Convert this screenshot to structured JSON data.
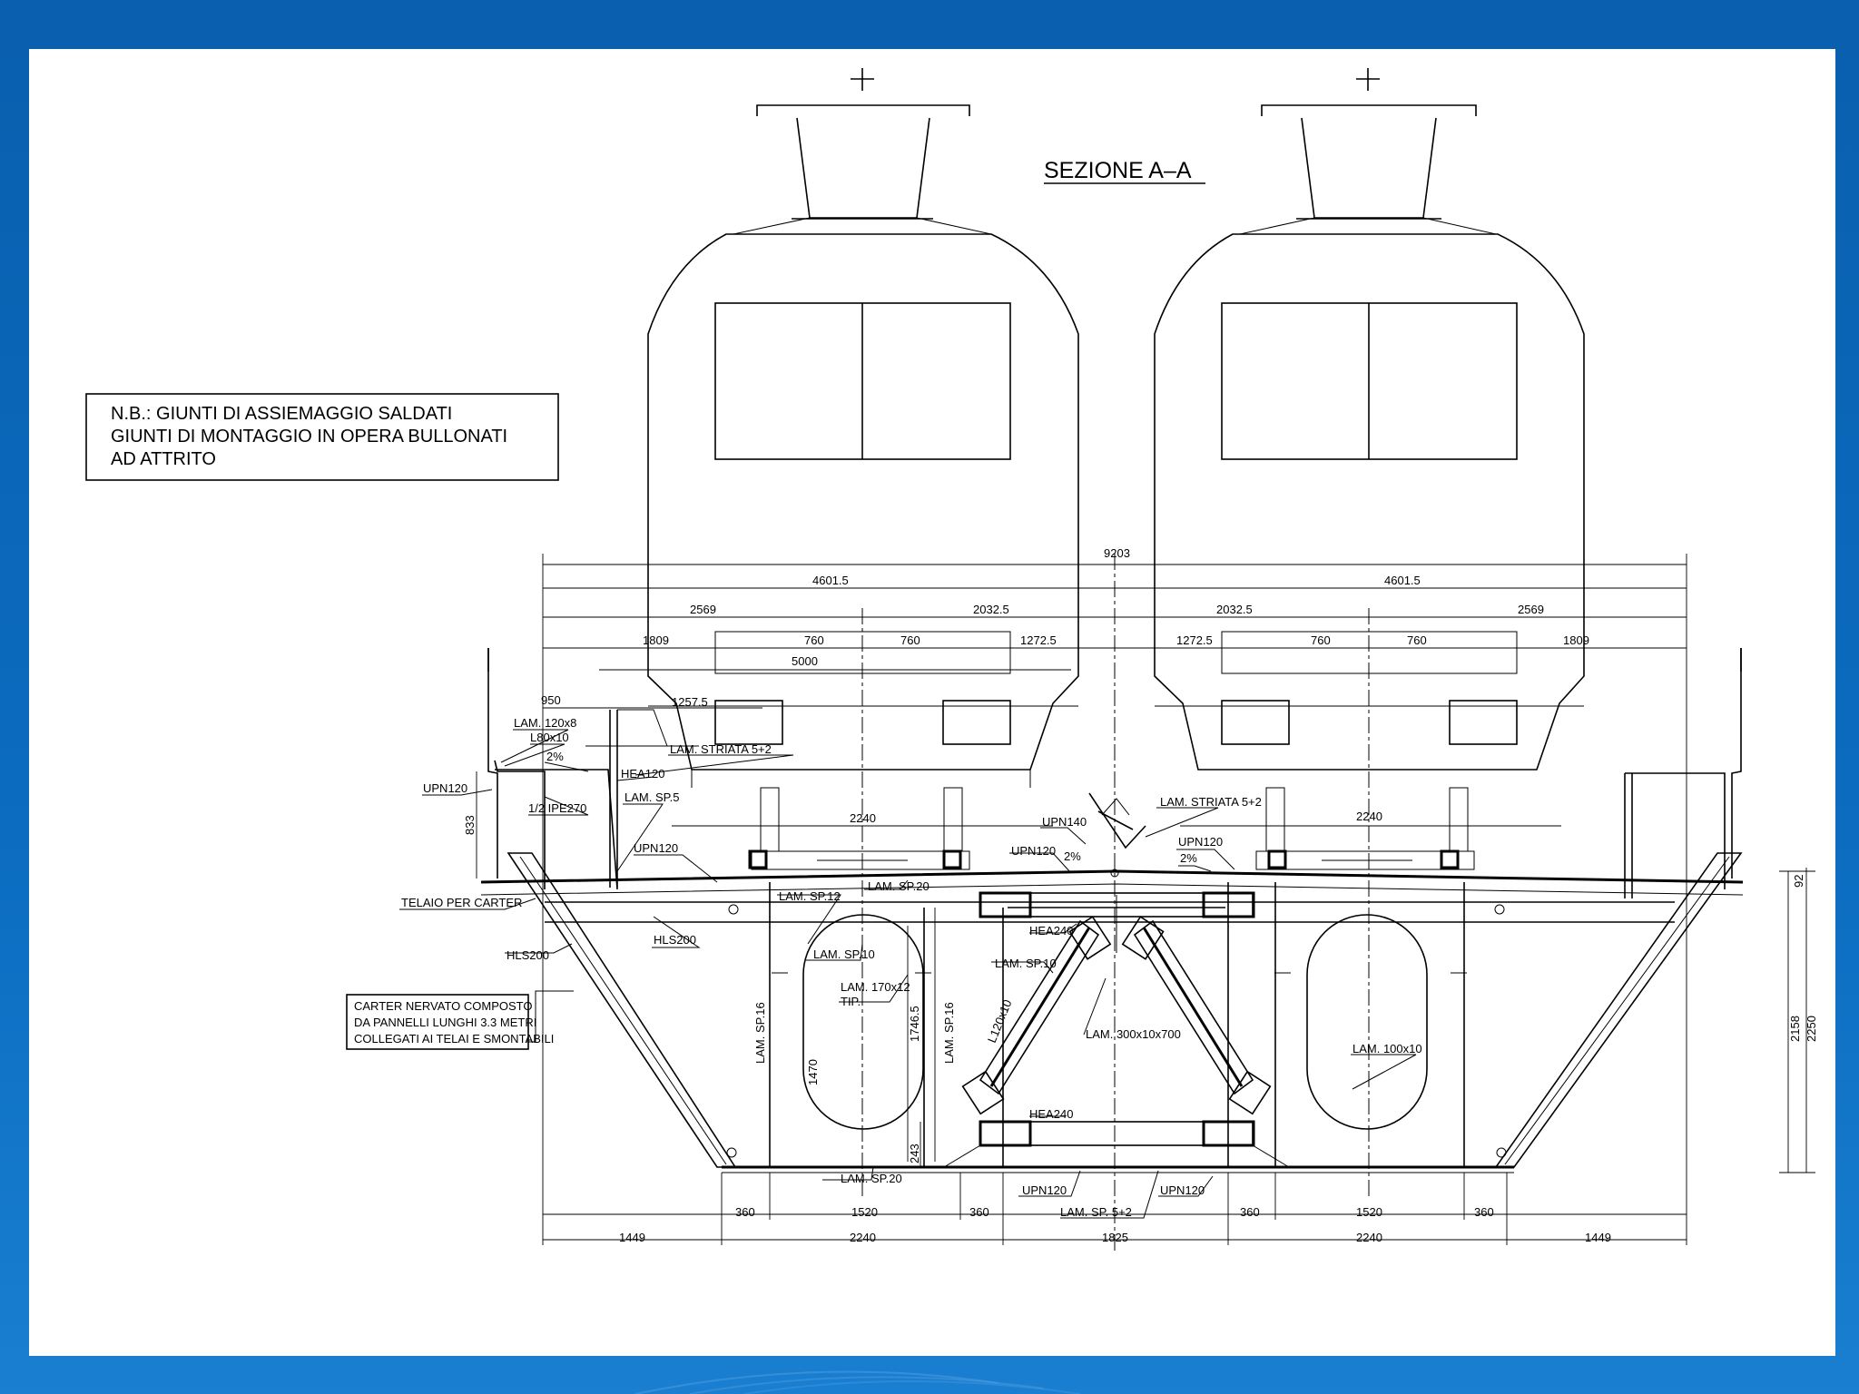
{
  "title": "SEZIONE A–A",
  "note": {
    "line1": "N.B.: GIUNTI DI ASSIEMAGGIO SALDATI",
    "line2": "GIUNTI DI MONTAGGIO IN OPERA BULLONATI",
    "line3": "AD ATTRITO"
  },
  "carter_note": {
    "line1": "CARTER NERVATO COMPOSTO",
    "line2": "DA PANNELLI LUNGHI 3.3 METRI",
    "line3": "COLLEGATI AI TELAI E SMONTABILI"
  },
  "dims": {
    "total": "9203",
    "half_l": "4601.5",
    "half_r": "4601.5",
    "a_l": "2569",
    "b_l": "2032.5",
    "b_r": "2032.5",
    "a_r": "2569",
    "c_l": "1809",
    "w1": "760",
    "w2": "760",
    "d_l": "1272.5",
    "d_r": "1272.5",
    "w3": "760",
    "w4": "760",
    "c_r": "1809",
    "bogie": "5000",
    "e_l": "950",
    "f_l": "1257.5",
    "g_l": "2240",
    "g_r": "2240",
    "h_833": "833",
    "v_1746": "1746.5",
    "v_1470": "1470",
    "v_243": "243",
    "v_2158": "2158",
    "v_2250": "2250",
    "v_92": "92",
    "b1": "360",
    "b2": "1520",
    "b3": "360",
    "b4": "360",
    "b5": "1520",
    "b6": "360",
    "c1": "1449",
    "c2": "2240",
    "c3": "1825",
    "c4": "2240",
    "c5": "1449"
  },
  "labels": {
    "lam120x8": "LAM. 120x8",
    "l80x10": "L80x10",
    "slope_l": "2%",
    "upn120_l": "UPN120",
    "hea120": "HEA120",
    "ipe270": "1/2 IPE270",
    "lam_sp5": "LAM. SP.5",
    "striata_l": "LAM. STRIATA 5+2",
    "upn120_b": "UPN120",
    "telaio": "TELAIO PER CARTER",
    "hls200_a": "HLS200",
    "hls200_b": "HLS200",
    "lam_sp12": "LAM. SP.12",
    "lam_sp20_t": "LAM. SP.20",
    "lam_sp10_a": "LAM. SP.10",
    "lam170": "LAM. 170x12",
    "tip": "TIP.",
    "lam_sp16_a": "LAM. SP.16",
    "lam_sp16_b": "LAM. SP.16",
    "lam_sp20_b": "LAM. SP.20",
    "upn140": "UPN140",
    "upn120_c": "UPN120",
    "slope_c": "2%",
    "hea240_a": "HEA240",
    "lam_sp10_b": "LAM. SP.10",
    "l120x10": "L120x10",
    "lam300": "LAM. 300x10x700",
    "hea240_b": "HEA240",
    "upn120_d": "UPN120",
    "upn120_e": "UPN120",
    "lam_sp52": "LAM. SP. 5+2",
    "striata_r": "LAM. STRIATA 5+2",
    "upn120_r": "UPN120",
    "slope_r": "2%",
    "lam100": "LAM. 100x10"
  }
}
